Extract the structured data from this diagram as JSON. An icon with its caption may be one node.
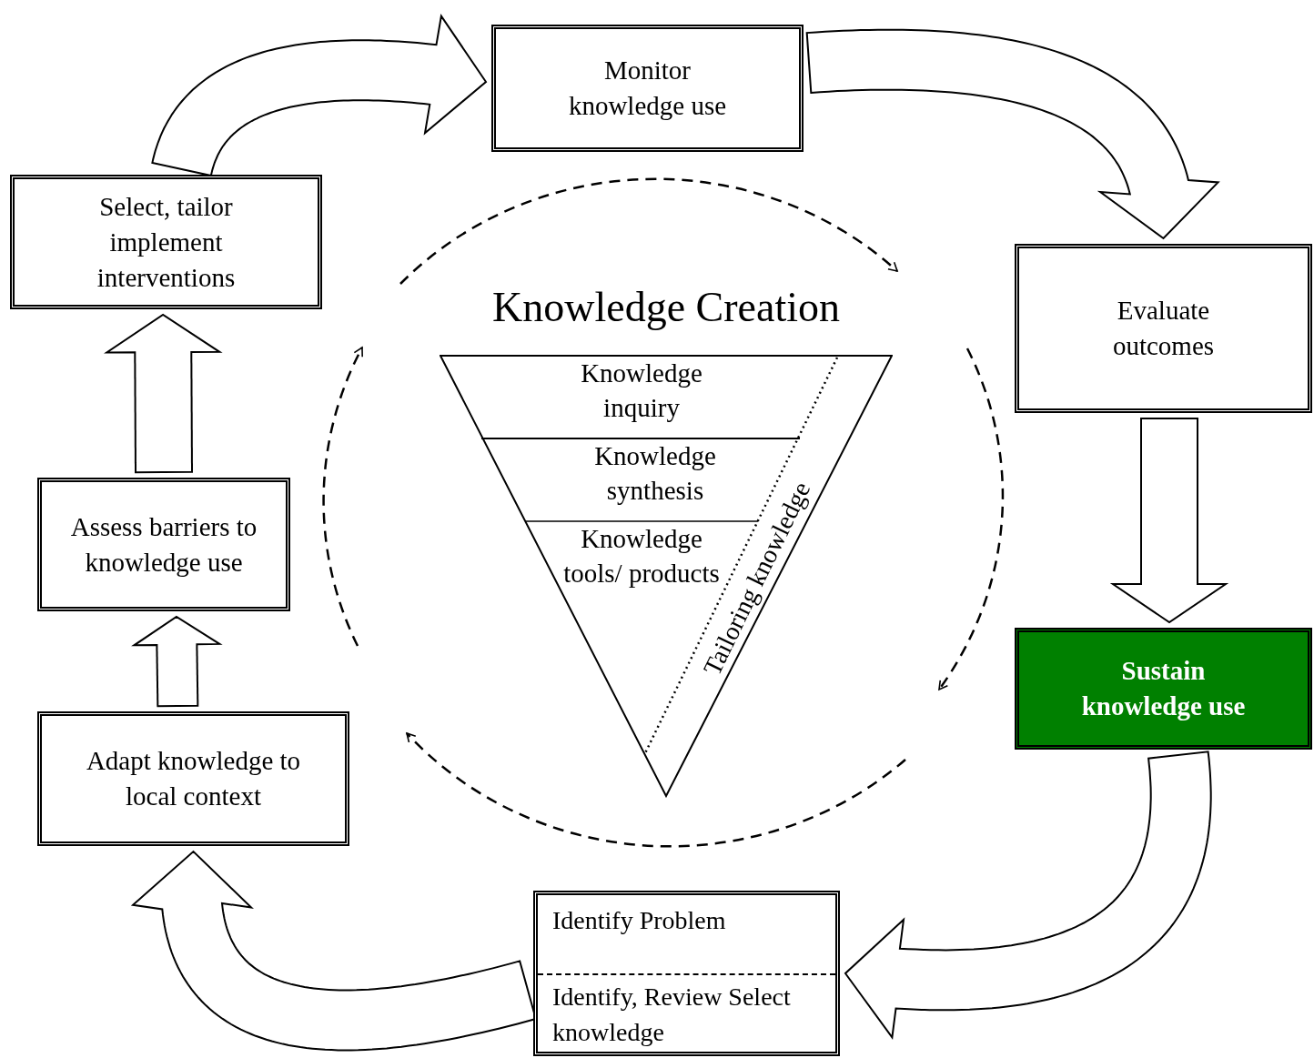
{
  "diagram": {
    "nodes": [
      {
        "text": [
          "Monitor knowledge use"
        ]
      },
      {
        "text": [
          "Evaluate outcomes"
        ]
      },
      {
        "text": [
          "Sustain knowledge use"
        ]
      },
      {
        "text": [
          "Identify Problem",
          "Identify, Review Select knowledge"
        ]
      },
      {
        "text": [
          "Adapt knowledge to local context"
        ]
      },
      {
        "text": [
          "Assess barriers to knowledge use"
        ]
      },
      {
        "text": [
          "Select, tailor implement interventions"
        ]
      },
      {
        "text": [
          "Knowledge Creation"
        ]
      },
      {
        "text": [
          "Knowledge inquiry"
        ],
        "in": 7
      },
      {
        "text": [
          "Knowledge synthesis"
        ],
        "in": 7
      },
      {
        "text": [
          "Knowledge tools/ products"
        ],
        "in": 7
      }
    ],
    "edges": [
      {
        "from": 6,
        "to": 0,
        "arrow": "to"
      },
      {
        "from": 0,
        "to": 1,
        "arrow": "to"
      },
      {
        "from": 1,
        "to": 2,
        "arrow": "to"
      },
      {
        "from": 2,
        "to": 3,
        "arrow": "to"
      },
      {
        "from": 3,
        "to": 4,
        "arrow": "to"
      },
      {
        "from": 4,
        "to": 5,
        "arrow": "to"
      },
      {
        "from": 5,
        "to": 6,
        "arrow": "to"
      }
    ],
    "labels": [
      "Tailoring knowledge"
    ]
  }
}
